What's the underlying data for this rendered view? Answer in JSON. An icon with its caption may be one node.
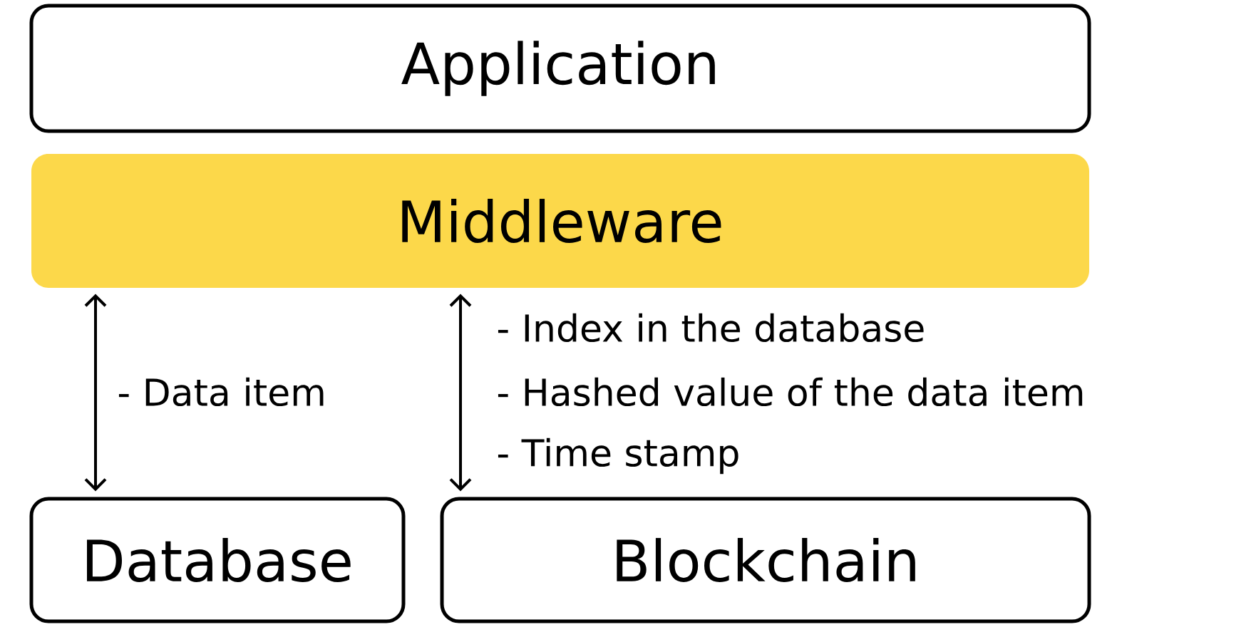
{
  "diagram": {
    "nodes": [
      {
        "text": [
          "Application"
        ]
      },
      {
        "text": [
          "Middleware"
        ]
      },
      {
        "text": [
          "Database"
        ]
      },
      {
        "text": [
          "Blockchain"
        ]
      }
    ],
    "edges": [
      {
        "from": 1,
        "to": 2,
        "arrow": "both",
        "label": "- Data item"
      },
      {
        "from": 1,
        "to": 3,
        "arrow": "both"
      }
    ],
    "labels": [
      "- Index in the database",
      "- Hashed value of the data item",
      "- Time stamp"
    ]
  }
}
